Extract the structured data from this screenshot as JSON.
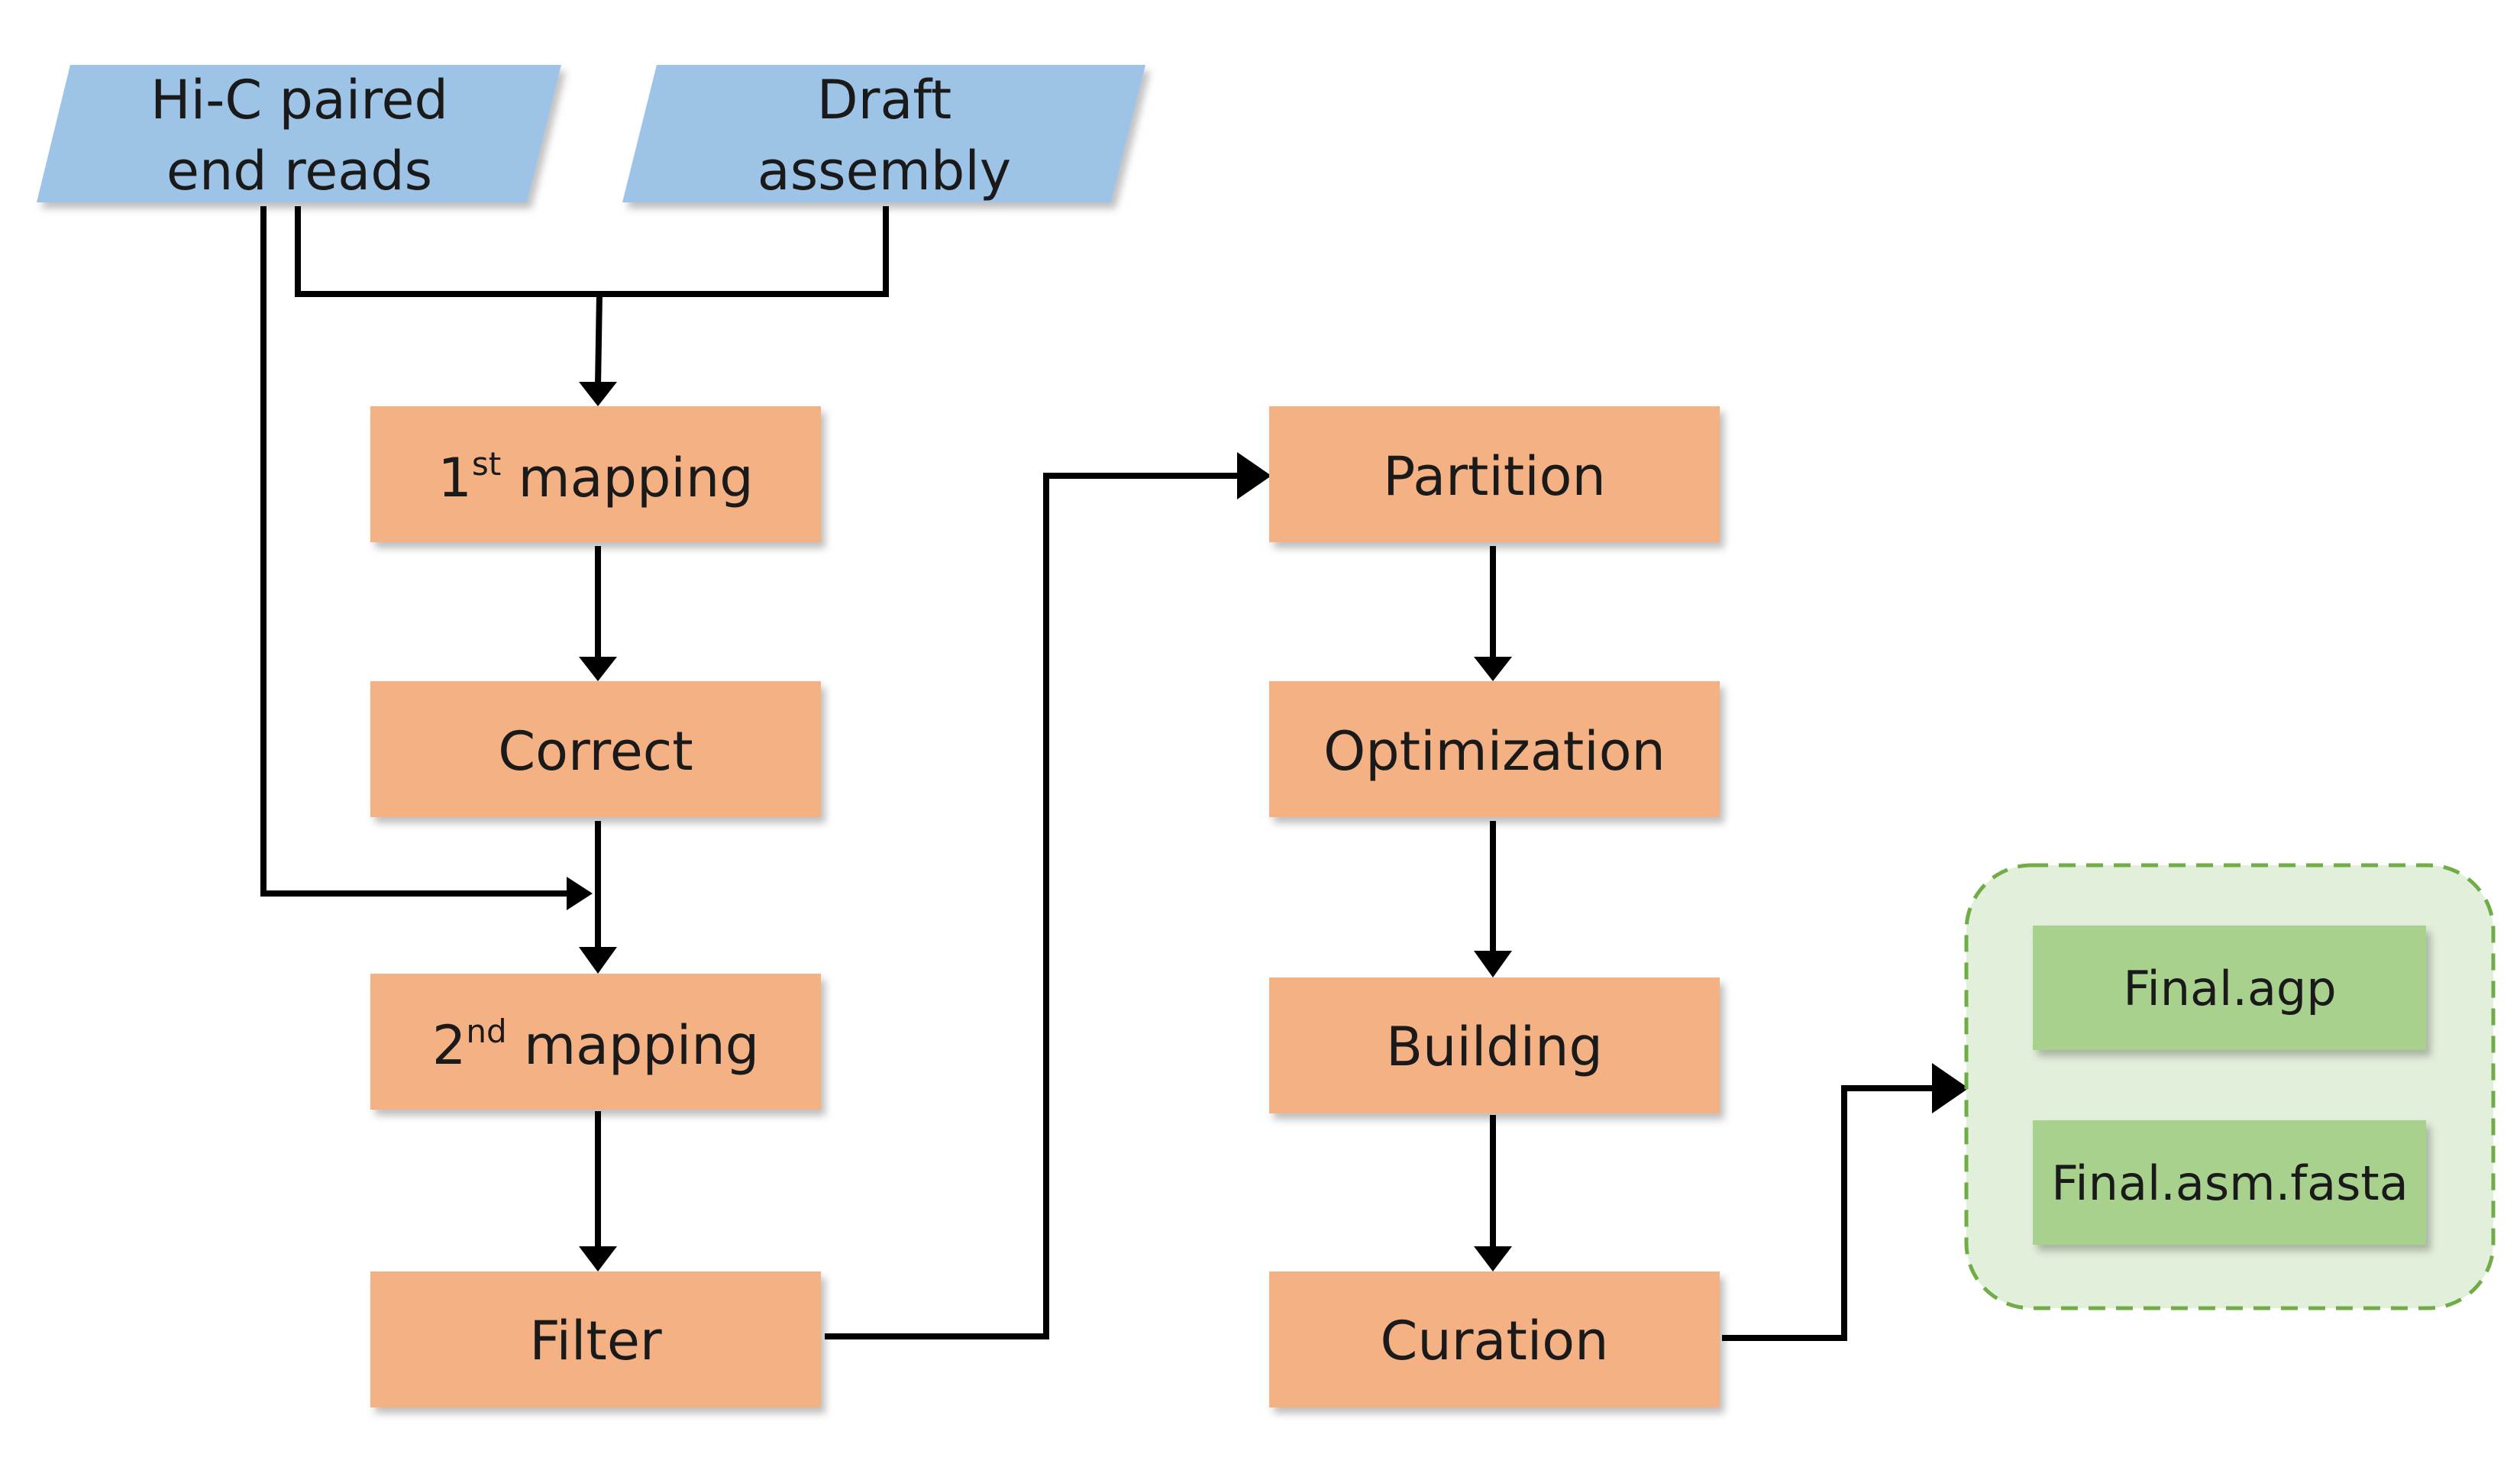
{
  "inputs": {
    "hic": {
      "line1": "Hi-C paired",
      "line2": "end reads"
    },
    "draft": {
      "line1": "Draft",
      "line2": "assembly"
    }
  },
  "steps": {
    "first_mapping": {
      "base": "1",
      "sup": "st",
      "rest": " mapping"
    },
    "correct": "Correct",
    "second_mapping": {
      "base": "2",
      "sup": "nd",
      "rest": " mapping"
    },
    "filter": "Filter",
    "partition": "Partition",
    "optimization": "Optimization",
    "building": "Building",
    "curation": "Curation"
  },
  "outputs": {
    "agp": "Final.agp",
    "fasta": "Final.asm.fasta"
  },
  "colors": {
    "input_fill": "#9dc3e6",
    "step_fill": "#f4b183",
    "output_fill": "#a9d18e",
    "group_fill": "#e2efda",
    "group_border": "#70ad47",
    "arrow": "#000000"
  }
}
